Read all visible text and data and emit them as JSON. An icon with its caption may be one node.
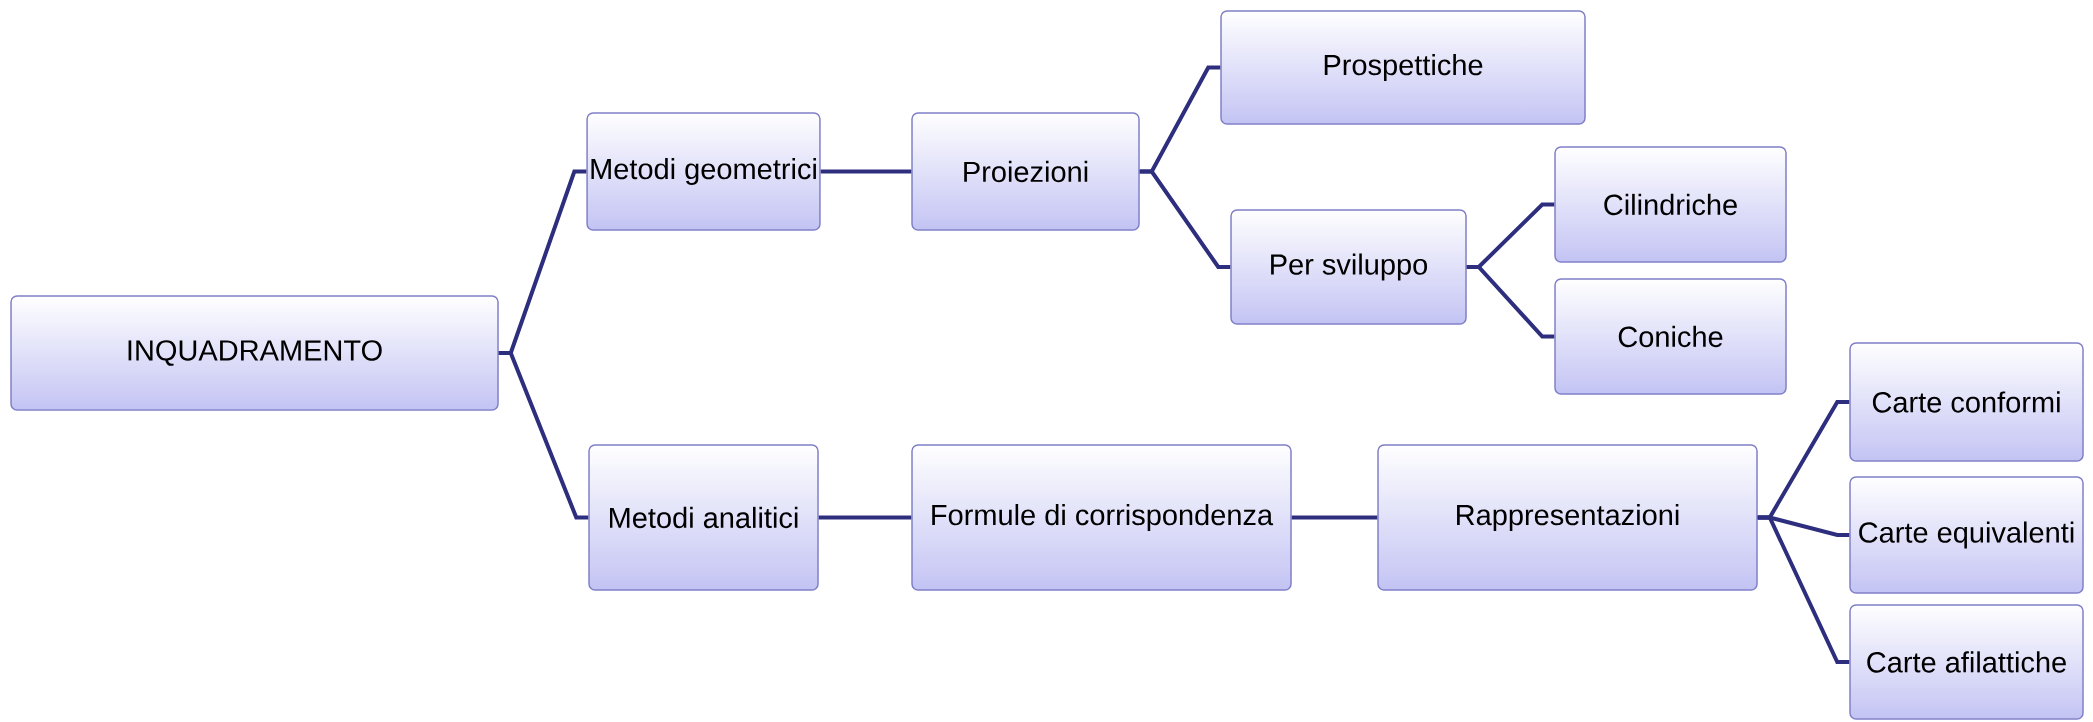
{
  "diagram": {
    "nodes": [
      {
        "text": [
          "INQUADRAMENTO"
        ]
      },
      {
        "text": [
          "Metodi geometrici"
        ]
      },
      {
        "text": [
          "Proiezioni"
        ]
      },
      {
        "text": [
          "Prospettiche"
        ]
      },
      {
        "text": [
          "Per sviluppo"
        ]
      },
      {
        "text": [
          "Cilindriche"
        ]
      },
      {
        "text": [
          "Coniche"
        ]
      },
      {
        "text": [
          "Metodi analitici"
        ]
      },
      {
        "text": [
          "Formule di corrispondenza"
        ]
      },
      {
        "text": [
          "Rappresentazioni"
        ]
      },
      {
        "text": [
          "Carte conformi"
        ]
      },
      {
        "text": [
          "Carte equivalenti"
        ]
      },
      {
        "text": [
          "Carte afilattiche"
        ]
      }
    ],
    "edges": [
      {
        "from": 0,
        "to": 1,
        "arrow": "none"
      },
      {
        "from": 0,
        "to": 7,
        "arrow": "none"
      },
      {
        "from": 1,
        "to": 2,
        "arrow": "none"
      },
      {
        "from": 2,
        "to": 3,
        "arrow": "none"
      },
      {
        "from": 2,
        "to": 4,
        "arrow": "none"
      },
      {
        "from": 4,
        "to": 5,
        "arrow": "none"
      },
      {
        "from": 4,
        "to": 6,
        "arrow": "none"
      },
      {
        "from": 7,
        "to": 8,
        "arrow": "none"
      },
      {
        "from": 8,
        "to": 9,
        "arrow": "none"
      },
      {
        "from": 9,
        "to": 10,
        "arrow": "none"
      },
      {
        "from": 9,
        "to": 11,
        "arrow": "none"
      },
      {
        "from": 9,
        "to": 12,
        "arrow": "none"
      }
    ]
  }
}
